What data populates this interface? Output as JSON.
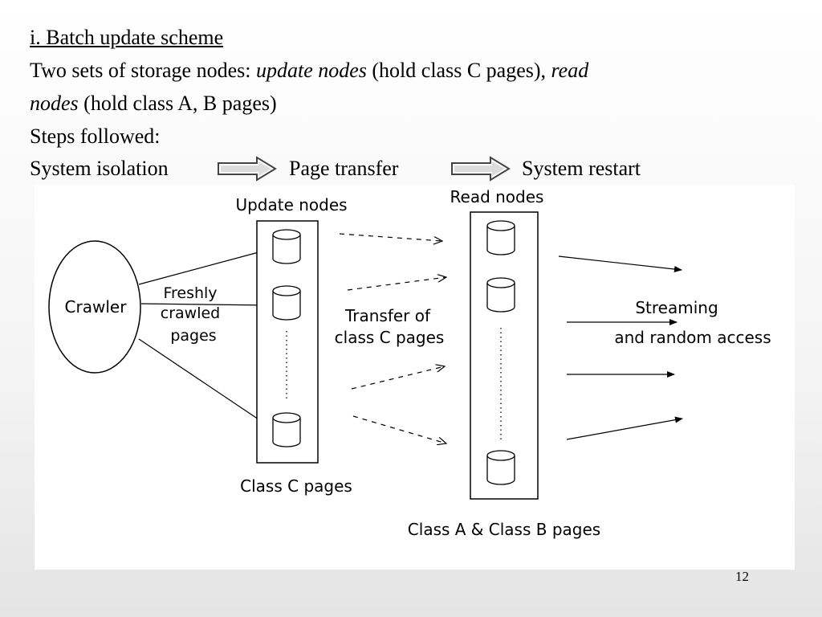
{
  "heading": "i. Batch update scheme",
  "line2": {
    "prefix": "Two sets of storage nodes: ",
    "em1": "update nodes",
    "mid": " (hold class C pages), ",
    "em2": "read"
  },
  "line3": {
    "em": "nodes",
    "rest": " (hold class A, B pages)"
  },
  "steps_label": "Steps followed:",
  "steps": [
    "System isolation",
    "Page transfer",
    "System restart"
  ],
  "diagram": {
    "crawler": "Crawler",
    "freshly_1": "Freshly",
    "freshly_2": "crawled",
    "freshly_3": "pages",
    "update_nodes": "Update nodes",
    "read_nodes": "Read nodes",
    "transfer_1": "Transfer of",
    "transfer_2": "class C pages",
    "streaming_1": "Streaming",
    "streaming_2": "and random access",
    "class_c": "Class C pages",
    "class_ab": "Class A & Class B pages"
  },
  "page_number": "12"
}
